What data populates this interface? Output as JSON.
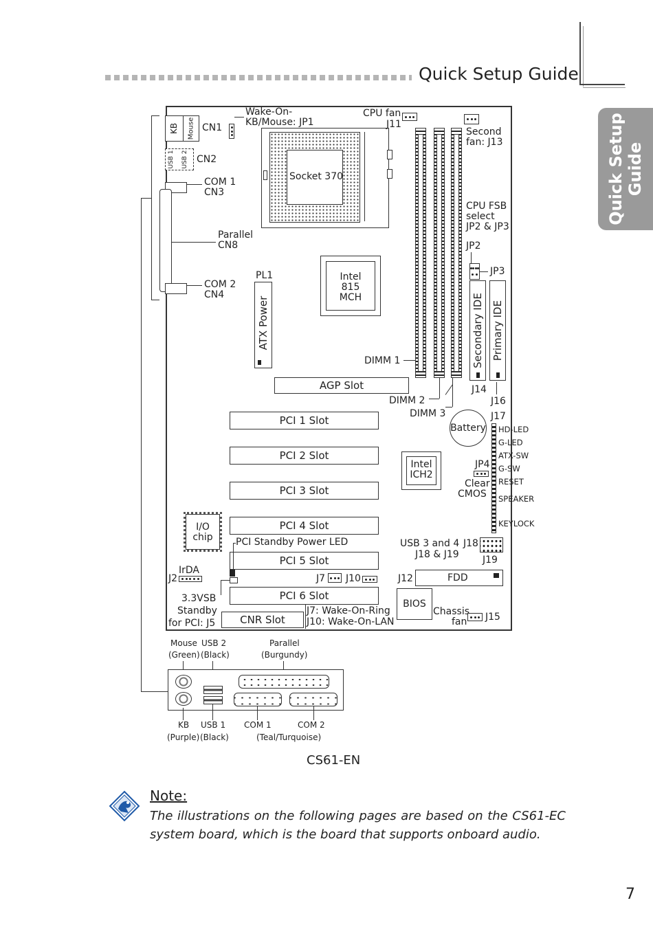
{
  "header": {
    "title": "Quick Setup Guide"
  },
  "side_tab": {
    "line1": "Quick Setup",
    "line2": "Guide"
  },
  "board": {
    "labels": {
      "kb": "KB",
      "mouse": "Mouse",
      "cn1": "CN1",
      "usb1": "USB 1",
      "usb2": "USB 2",
      "cn2": "CN2",
      "com1": "COM 1",
      "cn3": "CN3",
      "parallel": "Parallel",
      "cn8": "CN8",
      "com2": "COM 2",
      "cn4": "CN4",
      "wake_line1": "Wake-On-",
      "wake_line2": "KB/Mouse: JP1",
      "socket": "Socket 370",
      "cpu_fan": "CPU fan",
      "j11": "J11",
      "second_fan_1": "Second",
      "second_fan_2": "fan: J13",
      "cpu_fsb_1": "CPU FSB",
      "cpu_fsb_2": "select",
      "cpu_fsb_3": "JP2 & JP3",
      "jp2": "JP2",
      "jp3": "JP3",
      "pl1": "PL1",
      "atx_power": "ATX Power",
      "mch_1": "Intel",
      "mch_2": "815",
      "mch_3": "MCH",
      "secondary_ide": "Secondary IDE",
      "primary_ide": "Primary IDE",
      "dimm1": "DIMM 1",
      "dimm2": "DIMM 2",
      "dimm3": "DIMM 3",
      "j14": "J14",
      "j16": "J16",
      "j17": "J17",
      "agp": "AGP Slot",
      "pci1": "PCI 1 Slot",
      "pci2": "PCI 2 Slot",
      "pci3": "PCI 3 Slot",
      "pci4": "PCI 4 Slot",
      "pci5": "PCI 5 Slot",
      "pci6": "PCI 6 Slot",
      "battery": "Battery",
      "ich_1": "Intel",
      "ich_2": "ICH2",
      "jp4": "JP4",
      "clear_1": "Clear",
      "clear_2": "CMOS",
      "hd_led": "HD-LED",
      "g_led": "G-LED",
      "atx_sw": "ATX-SW",
      "g_sw": "G-SW",
      "reset": "RESET",
      "speaker": "SPEAKER",
      "keylock": "KEYLOCK",
      "io_1": "I/O",
      "io_2": "chip",
      "pci_standby": "PCI Standby Power LED",
      "usb34_1": "USB 3 and 4",
      "usb34_2": "J18 & J19",
      "j18": "J18",
      "j19": "J19",
      "irda": "IrDA",
      "j2": "J2",
      "j7": "J7",
      "j10": "J10",
      "j12": "J12",
      "fdd": "FDD",
      "vsb_1": "3.3VSB",
      "vsb_2": "Standby",
      "vsb_3": "for PCI: J5",
      "cnr": "CNR Slot",
      "j7_wake": "J7: Wake-On-Ring",
      "j10_wake": "J10: Wake-On-LAN",
      "bios": "BIOS",
      "chassis_1": "Chassis",
      "chassis_2": "fan",
      "j15": "J15"
    }
  },
  "io_panel": {
    "mouse": "Mouse",
    "mouse_color": "(Green)",
    "usb2": "USB 2",
    "usb2_color": "(Black)",
    "parallel": "Parallel",
    "parallel_color": "(Burgundy)",
    "kb": "KB",
    "kb_color": "(Purple)",
    "usb1": "USB 1",
    "usb1_color": "(Black)",
    "com1": "COM 1",
    "com2": "COM 2",
    "com_color": "(Teal/Turquoise)"
  },
  "caption": "CS61-EN",
  "note": {
    "heading": "Note:",
    "text": "The illustrations on the following pages are based on the CS61-EC system board, which is the board that supports onboard audio."
  },
  "page_number": "7"
}
